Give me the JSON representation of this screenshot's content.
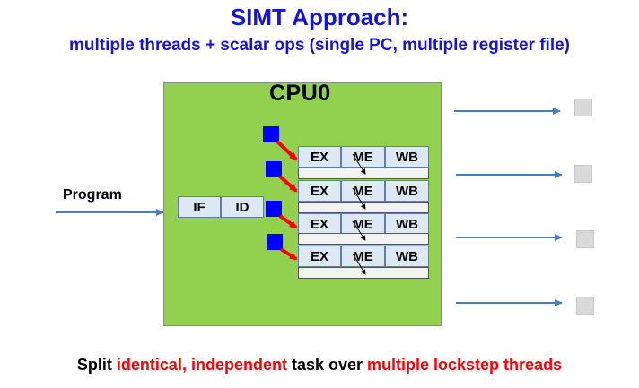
{
  "title": "SIMT Approach:",
  "subtitle": "multiple threads + scalar ops (single PC, multiple register file)",
  "cpu_label": "CPU0",
  "program_label": "Program",
  "front_stages": [
    "IF",
    "ID"
  ],
  "lane_stages": [
    "EX",
    "ME",
    "WB"
  ],
  "caption": {
    "part1": "Split ",
    "part2": "identical, independent",
    "part3": " task over ",
    "part4": "multiple lockstep threads"
  },
  "colors": {
    "title": "#1515d8",
    "cpu_fill": "#92d050",
    "thread": "#0000ff",
    "arrow_blue": "#4a7cc2",
    "arrow_red": "#ff0000",
    "stage_fill": "#dde8f5",
    "highlight_text": "#ff0000"
  }
}
